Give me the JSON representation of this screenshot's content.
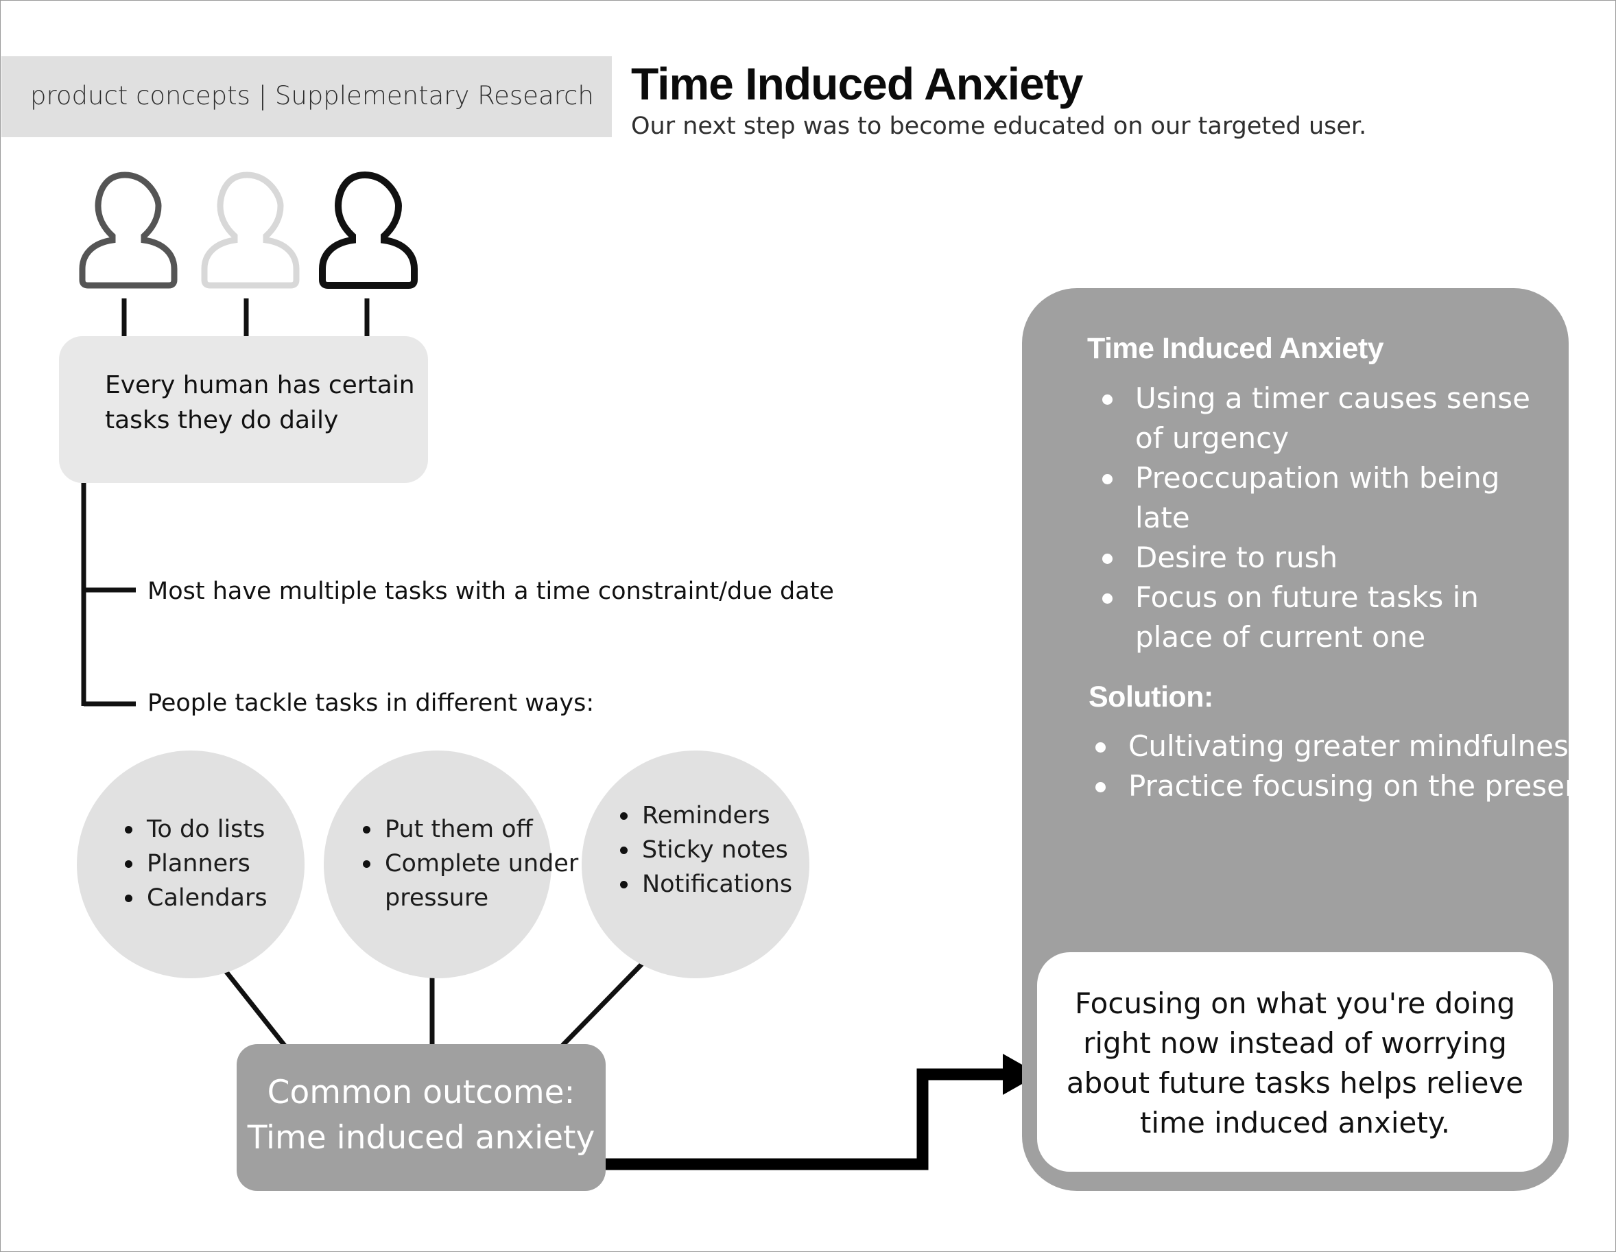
{
  "header": {
    "breadcrumb": "product concepts |  Supplementary Research",
    "title": "Time Induced Anxiety",
    "subtitle": "Our next step was to become educated on our targeted user."
  },
  "people_icons": [
    {
      "name": "person-icon",
      "color": "#555555"
    },
    {
      "name": "person-icon",
      "color": "#d8d8d8"
    },
    {
      "name": "person-icon",
      "color": "#111111"
    }
  ],
  "tree": {
    "root_text": "Every human has certain tasks they do daily",
    "branch_1": "Most have multiple tasks with a time constraint/due date",
    "branch_2": "People tackle tasks in different ways:"
  },
  "approaches": [
    {
      "items": [
        "To do lists",
        "Planners",
        "Calendars"
      ]
    },
    {
      "items": [
        "Put them off",
        "Complete under",
        "pressure"
      ]
    },
    {
      "items": [
        "Reminders",
        "Sticky notes",
        "Notifications"
      ]
    }
  ],
  "outcome": {
    "line1": "Common outcome:",
    "line2": "Time induced anxiety"
  },
  "panel": {
    "heading": "Time Induced Anxiety",
    "items": [
      "Using a timer causes sense of urgency",
      "Preoccupation with being late",
      "Desire to rush",
      "Focus on future tasks in place of current one"
    ],
    "solution_heading": "Solution:",
    "solution_items": [
      "Cultivating greater mindfulness",
      "Practice focusing on the present"
    ],
    "result_text": "Focusing on what you're doing right now instead of worrying about future tasks helps relieve time induced anxiety."
  },
  "colors": {
    "light_gray": "#e0e0e0",
    "mid_gray": "#a0a0a0",
    "ink": "#111111"
  }
}
